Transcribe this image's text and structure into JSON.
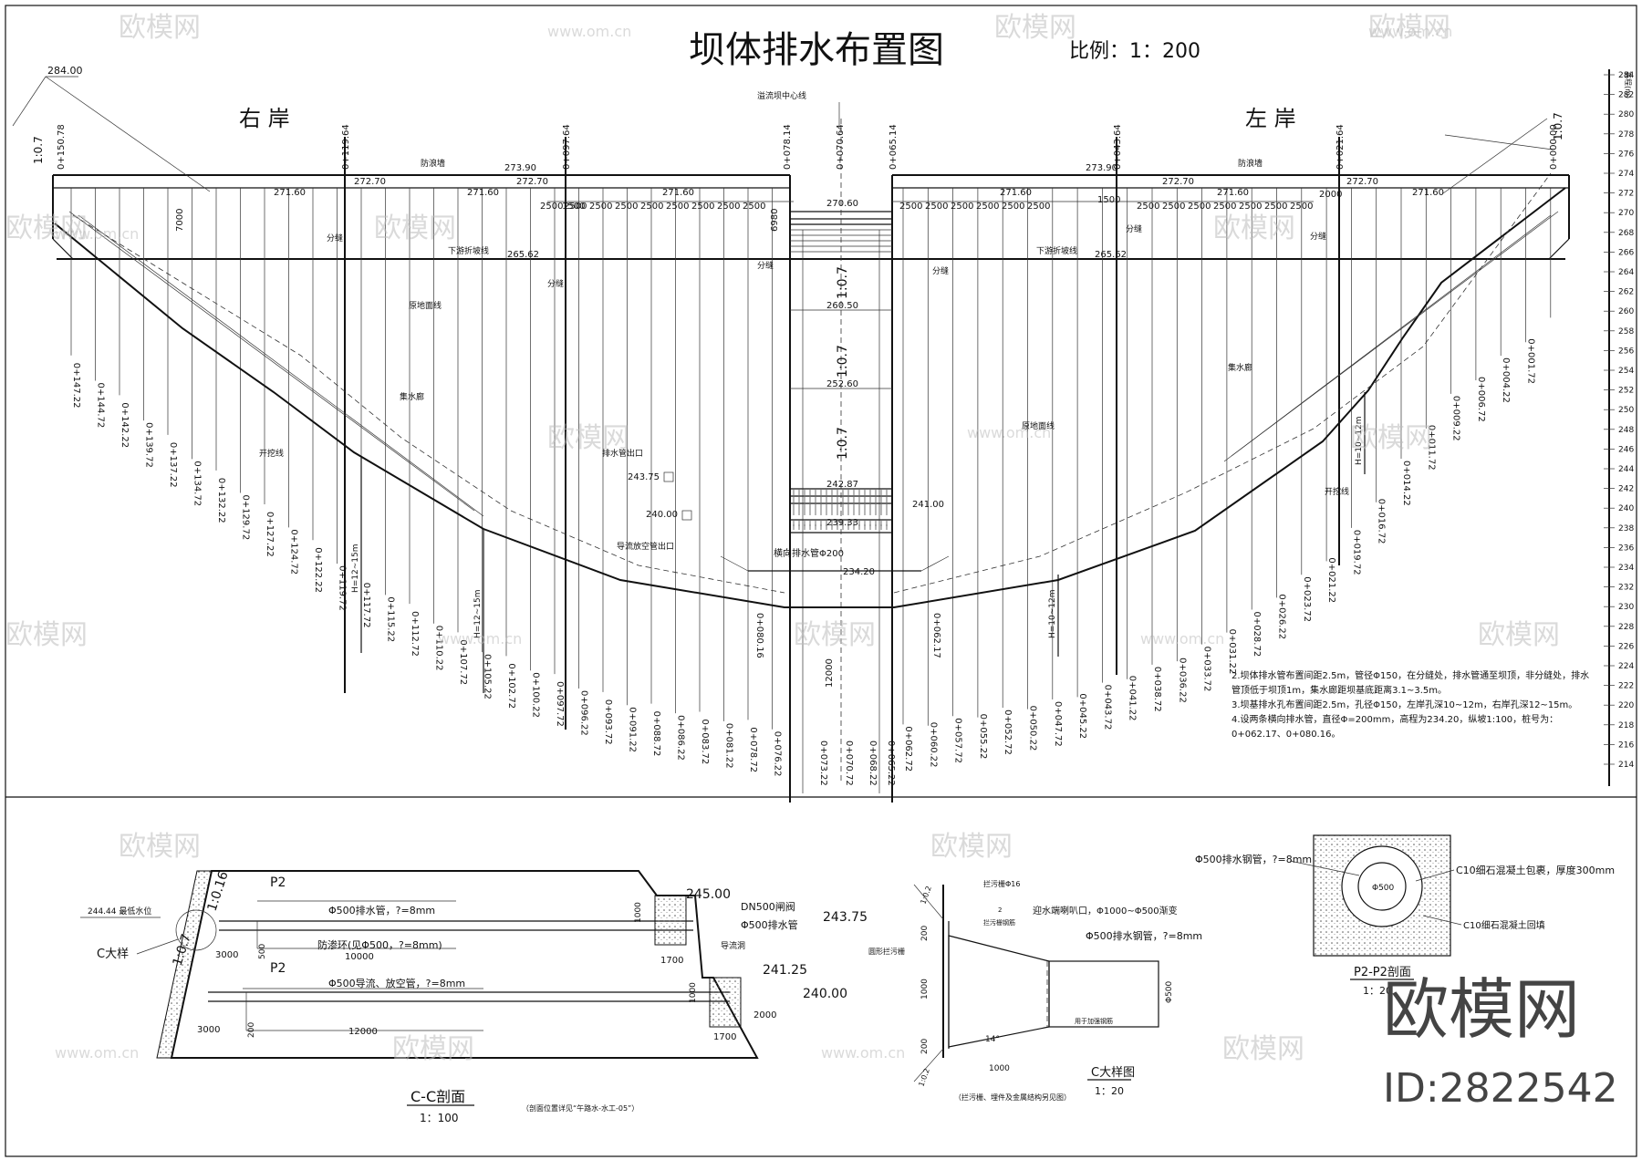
{
  "title": "坝体排水布置图",
  "scale": "比例：1：200",
  "top_left_elev": "284.00",
  "bank_right": "右  岸",
  "bank_left": "左  岸",
  "overflow_center": "溢流坝中心线",
  "parapet": "防浪墙",
  "downstream_line": "下游折坡线",
  "joint": "分缝",
  "foundation_line": "原地面线",
  "collector": "集水廊",
  "excavation": "开挖线",
  "drain_outlet": "排水管出口",
  "inspect_outlet": "导流放空管出口",
  "horiz_drain": "横向排水管Φ200",
  "elevations": {
    "e27390": "273.90",
    "e27270": "272.70",
    "e27160": "271.60",
    "e27060": "270.60",
    "e26562": "265.62",
    "e26050": "260.50",
    "e25260": "252.60",
    "e24287": "242.87",
    "e23933": "239.33",
    "e24100": "241.00",
    "e23420": "234.20",
    "e24375": "243.75",
    "e24000": "240.00"
  },
  "dims": {
    "d2500": "2500",
    "d1500": "1500",
    "d2000": "2000",
    "d7000": "7000",
    "d12000": "12000",
    "d6980": "6980",
    "slope": "1:0.7",
    "h10_1": "H=10~12m",
    "h12_1": "H=12~15m"
  },
  "top_stations": [
    "0+119.64",
    "0+097.64",
    "0+078.14",
    "0+070.64",
    "0+065.14",
    "0+043.64",
    "0+021.64",
    "0+000.00"
  ],
  "left_top_station": "0+150.78",
  "bottom_stations_right": [
    "0+147.22",
    "0+144.72",
    "0+142.22",
    "0+139.72",
    "0+137.22",
    "0+134.72",
    "0+132.22",
    "0+129.72",
    "0+127.22",
    "0+124.72",
    "0+122.22",
    "0+119.72",
    "0+117.72",
    "0+115.22",
    "0+112.72",
    "0+110.22",
    "0+107.72",
    "0+105.22",
    "0+102.72",
    "0+100.22",
    "0+097.72",
    "0+096.22",
    "0+093.72",
    "0+091.22",
    "0+088.72",
    "0+086.22",
    "0+083.72",
    "0+081.22",
    "0+078.72",
    "0+076.22"
  ],
  "bottom_stations_mid": [
    "0+080.16",
    "0+073.22",
    "0+070.72",
    "0+068.22",
    "0+065.22",
    "0+062.17"
  ],
  "bottom_stations_left": [
    "0+062.72",
    "0+060.22",
    "0+057.72",
    "0+055.22",
    "0+052.72",
    "0+050.22",
    "0+047.72",
    "0+045.22",
    "0+043.72",
    "0+041.22",
    "0+038.72",
    "0+036.22",
    "0+033.72",
    "0+031.22",
    "0+028.72",
    "0+026.22",
    "0+023.72",
    "0+021.22",
    "0+019.72",
    "0+016.72",
    "0+014.22",
    "0+011.72",
    "0+009.22",
    "0+006.72",
    "0+004.22",
    "0+001.72"
  ],
  "scale_bar": [
    "284",
    "282",
    "280",
    "278",
    "276",
    "274",
    "272",
    "270",
    "268",
    "266",
    "264",
    "262",
    "260",
    "258",
    "256",
    "254",
    "252",
    "250",
    "248",
    "246",
    "244",
    "242",
    "240",
    "238",
    "236",
    "234",
    "232",
    "230",
    "228",
    "226",
    "224",
    "222",
    "220",
    "218",
    "216",
    "214"
  ],
  "scale_bar_unit": "高程(m)",
  "notes": [
    "2.坝体排水管布置间距2.5m，管径Φ150，在分缝处，排水管通至坝顶，非分缝处，排水",
    "管顶低于坝顶1m，集水廊距坝基底距离3.1~3.5m。",
    "3.坝基排水孔布置间距2.5m，孔径Φ150，左岸孔深10~12m，右岸孔深12~15m。",
    "4.设两条横向排水管，直径Φ=200mm，高程为234.20，纵坡1:100，桩号为：",
    "0+062.17、0+080.16。"
  ],
  "cc": {
    "title": "C-C剖面",
    "scale": "1：100",
    "note": "（剖面位置详见“午路水-水工-05”）",
    "elev_24444": "244.44 最低水位",
    "elev_245": "245.00",
    "dn500": "DN500闸阀",
    "pipe1": "Φ500排水管",
    "pipe_label1": "Φ500排水管，?=8mm",
    "pipe_label2": "Φ500导流、放空管，?=8mm",
    "anchor": "防渗环(见Φ500，?=8mm)",
    "vent": "导流洞",
    "c_detail": "C大样",
    "p2a": "P2",
    "p2b": "P2",
    "d3000a": "3000",
    "d3000b": "3000",
    "d10000": "10000",
    "d12000": "12000",
    "d1700a": "1700",
    "d1700b": "1700",
    "d1000a": "1000",
    "d1000b": "1000",
    "d2000": "2000",
    "d500": "500",
    "d200": "200",
    "slope1": "1:0.16",
    "slope2": "1:0.7",
    "e24125": "241.25"
  },
  "cdetail": {
    "title": "C大样图",
    "scale": "1：20",
    "label1": "迎水端喇叭口，Φ1000~Φ500渐变",
    "label2": "Φ500排水钢管，?=8mm",
    "label3": "圆形拦污栅",
    "label4": "拦污栅钢筋",
    "label5": "用于加强钢筋",
    "note": "（拦污栅、埋件及金属结构另见图）",
    "d1000": "1000",
    "d200a": "200",
    "d200b": "200",
    "d1000v": "1000",
    "angle": "14°",
    "d500": "Φ500",
    "slope": "1:0.2",
    "slope2": "1:0.2",
    "top_note": "拦污栅Φ16",
    "small": "2"
  },
  "p2": {
    "title": "P2-P2剖面",
    "scale": "1：20",
    "label1": "Φ500排水钢管，?=8mm",
    "label2": "C10细石混凝土包裹，厚度300mm",
    "label3": "C10细石混凝土回填",
    "phi": "Φ500"
  },
  "brand": "欧模网",
  "id": "ID:2822542",
  "watermark": "欧模网",
  "watermark_url": "www.om.cn"
}
